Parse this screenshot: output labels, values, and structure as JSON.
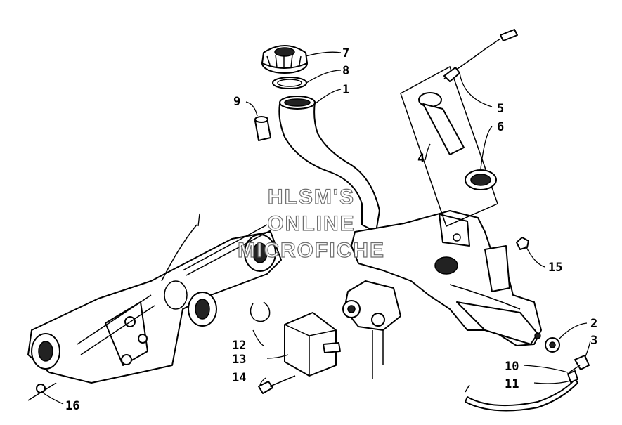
{
  "watermark": {
    "lines": [
      "HLSM'S",
      "ONLINE",
      "MICROFICHE"
    ]
  },
  "callouts": [
    {
      "id": "7",
      "label": "7"
    },
    {
      "id": "8a",
      "label": "8"
    },
    {
      "id": "1",
      "label": "1"
    },
    {
      "id": "9",
      "label": "9"
    },
    {
      "id": "5",
      "label": "5"
    },
    {
      "id": "6",
      "label": "6"
    },
    {
      "id": "4",
      "label": "4"
    },
    {
      "id": "15",
      "label": "15"
    },
    {
      "id": "2",
      "label": "2"
    },
    {
      "id": "3",
      "label": "3"
    },
    {
      "id": "10",
      "label": "10"
    },
    {
      "id": "11",
      "label": "11"
    },
    {
      "id": "12",
      "label": "12"
    },
    {
      "id": "13",
      "label": "13"
    },
    {
      "id": "14",
      "label": "14"
    },
    {
      "id": "16",
      "label": "16"
    }
  ]
}
